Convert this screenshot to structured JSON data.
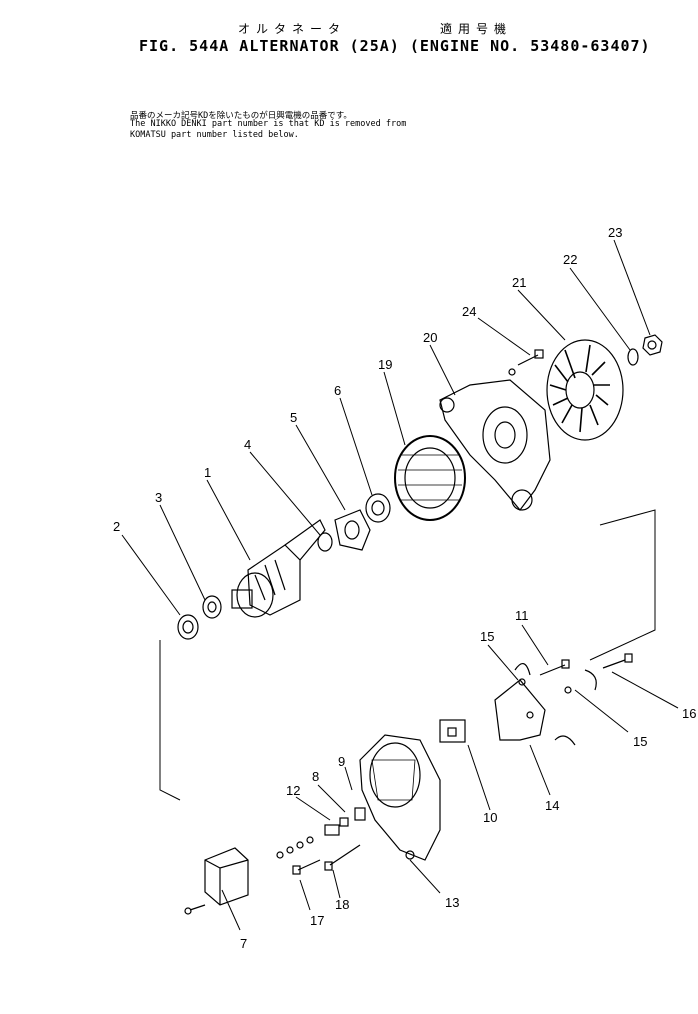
{
  "header": {
    "jp_title": "オルタネータ",
    "jp_applicable": "適用号機",
    "title": "FIG. 544A  ALTERNATOR (25A) (ENGINE NO. 53480-63407)"
  },
  "notes": {
    "line_jp": "品番のメーカ記号KDを除いたものが日興電機の品番です。",
    "line1": "The NIKKO DENKI part number is that KD is removed from",
    "line2": "KOMATSU part number listed below."
  },
  "callouts": [
    "1",
    "2",
    "3",
    "4",
    "5",
    "6",
    "7",
    "8",
    "9",
    "10",
    "11",
    "12",
    "13",
    "14",
    "15",
    "15",
    "16",
    "17",
    "18",
    "19",
    "20",
    "21",
    "22",
    "23",
    "24"
  ]
}
